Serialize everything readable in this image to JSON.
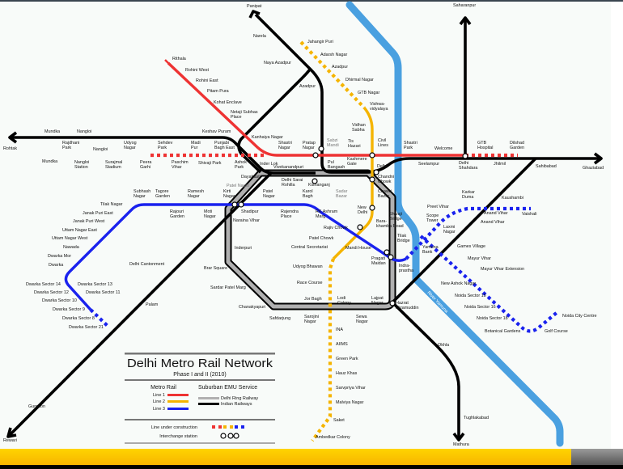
{
  "title": "Delhi Metro Rail Network",
  "subtitle": "Phase I and II (2010)",
  "river": "River Yamuna",
  "colors": {
    "line1": "#ee3333",
    "line2": "#f5b400",
    "line3": "#1a22ee",
    "ring": "#aaaaaa",
    "railways": "#000000",
    "river": "#4aa0e0",
    "bar": "#ffcc00"
  },
  "legend": {
    "metro_rail": "Metro Rail",
    "suburban": "Suburban EMU Service",
    "line1": "Line 1",
    "line2": "Line 2",
    "line3": "Line 3",
    "ring": "Delhi Ring Railway",
    "railways": "Indian Railways",
    "under_construction": "Line under construction",
    "interchange": "Interchange station"
  },
  "stations": [
    "Panipat",
    "Narela",
    "Naya Azadpur",
    "Azadpur",
    "Rohtak",
    "Mundka",
    "Nangloi",
    "Rithala",
    "Rohini West",
    "Rohini East",
    "Pitam Pura",
    "Kohat Enclave",
    "Netaji Subhas Place",
    "Keshav Puram",
    "Kanhaiya Nagar",
    "Inder Lok",
    "Shastri Nagar",
    "Pratap Nagar",
    "Sabzi Mandi",
    "Tis Hazari",
    "Pul Bangash",
    "Kashmere Gate",
    "Civil Lines",
    "Vidhan Sabha",
    "Vishwa-vidyalaya",
    "GTB Nagar",
    "Dhirmal Nagar",
    "Azadpur",
    "Adarsh Nagar",
    "Jahangir Puri",
    "Shastri Park",
    "Welcome",
    "Seelampur",
    "Delhi Shahdara",
    "Jhilmil",
    "GTB Hospital",
    "Dilshad Garden",
    "Sahibabad",
    "Ghaziabad",
    "Saharanpur",
    "Mundka",
    "Rajdhani Park",
    "Nangloi Station",
    "Nangloi",
    "Surajmal Stadium",
    "Udyog Nagar",
    "Peera Garhi",
    "Sehdev Park",
    "Paschim Vihar",
    "Madi Pur",
    "Shivaji Park",
    "Punjabi Bagh East",
    "Ashok Park",
    "Dayabasti",
    "Vivekanandpuri",
    "Delhi Sarai Rohilla",
    "Kishanganj",
    "Patel Nagar",
    "Kirti Nagar",
    "Shadipur",
    "Naraina Vihar",
    "Inderpuri",
    "Brar Square",
    "Sardar Patel Marg",
    "Chanakyapuri",
    "Safdarjung",
    "Sarojini Nagar",
    "Sewa Nagar",
    "Lodi Colony",
    "Lajpat Nagar",
    "Hazrat Nizamuddin",
    "Okhla",
    "Tughlakabad",
    "Mathura",
    "Palam",
    "Delhi Cantonment",
    "Gurgaon",
    "Rewari",
    "Subhash Nagar",
    "Tagore Garden",
    "Ramesh Nagar",
    "Patel Nagar",
    "Karol Bagh",
    "Rajouri Garden",
    "Moti Nagar",
    "Rajendra Place",
    "RK Ashram Marg",
    "Sadar Bazar",
    "Tilak Nagar",
    "Janak Puri East",
    "Janak Puri West",
    "Uttam Nagar East",
    "Uttam Nagar West",
    "Nawada",
    "Dwarka Mor",
    "Dwarka",
    "Dwarka Sector 14",
    "Dwarka Sector 13",
    "Dwarka Sector 12",
    "Dwarka Sector 11",
    "Dwarka Sector 10",
    "Dwarka Sector 9",
    "Dwarka Sector 8",
    "Dwarka Sector 21",
    "Rajiv Chowk",
    "Patel Chowk",
    "Central Secretariat",
    "Mandi House",
    "Bara-khamba Road",
    "Pragati Maidan",
    "Indra-prastha",
    "Tilak Bridge",
    "Shivaji Bridge",
    "Chawri Bazar",
    "Chandni Chowk",
    "Delhi",
    "New Delhi",
    "Udyog Bhawan",
    "Race Course",
    "Jor Bagh",
    "INA",
    "AIIMS",
    "Green Park",
    "Hauz Khas",
    "Sarvpriya Vihar",
    "Malviya Nagar",
    "Saket",
    "Ambedkar Colony",
    "Karkar Duma",
    "Preet Vihar",
    "Scope Tower",
    "Laxmi Nagar",
    "Yamuna Bank",
    "Kaushambi",
    "Vaishali",
    "Anand Vihar",
    "Anand Vihar",
    "Games Village",
    "Mayur Vihar",
    "Mayur Vihar Extension",
    "New Ashok Nagar",
    "Noida Sector 15",
    "Noida Sector 16",
    "Noida Sector 18",
    "Botanical Gardens",
    "Golf Course",
    "Noida City Centre"
  ]
}
